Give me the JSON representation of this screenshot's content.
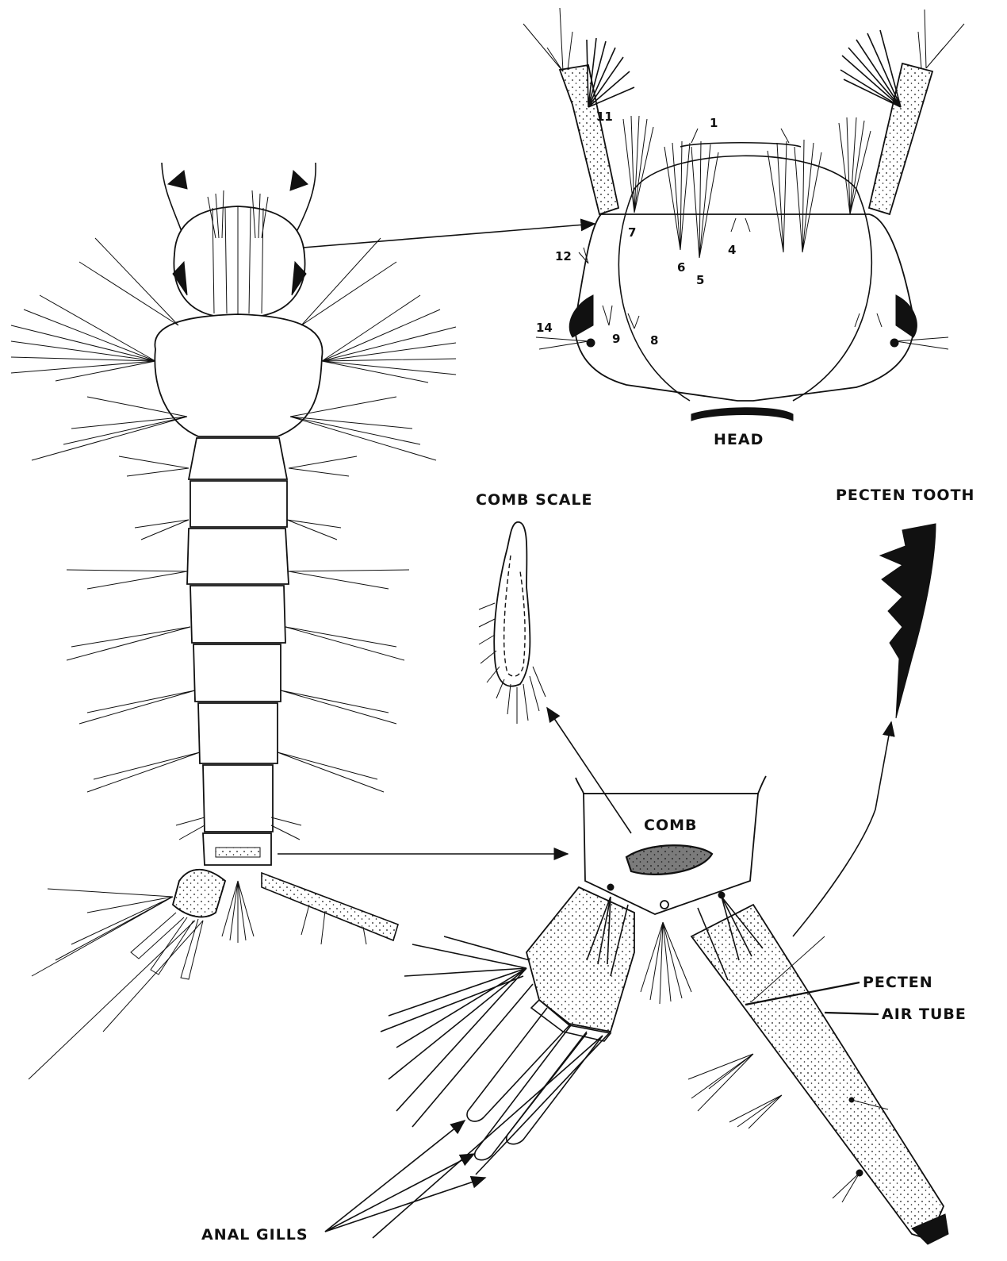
{
  "labels": {
    "head": "HEAD",
    "comb_scale": "COMB SCALE",
    "pecten_tooth": "PECTEN TOOTH",
    "comb": "COMB",
    "pecten": "PECTEN",
    "air_tube": "AIR TUBE",
    "anal_gills": "ANAL GILLS"
  },
  "head_hair_numbers": {
    "n1": "1",
    "n4": "4",
    "n5": "5",
    "n6": "6",
    "n7": "7",
    "n8": "8",
    "n9": "9",
    "n11": "11",
    "n12": "12",
    "n14": "14"
  },
  "colors": {
    "ink": "#111111",
    "paper": "#ffffff"
  }
}
